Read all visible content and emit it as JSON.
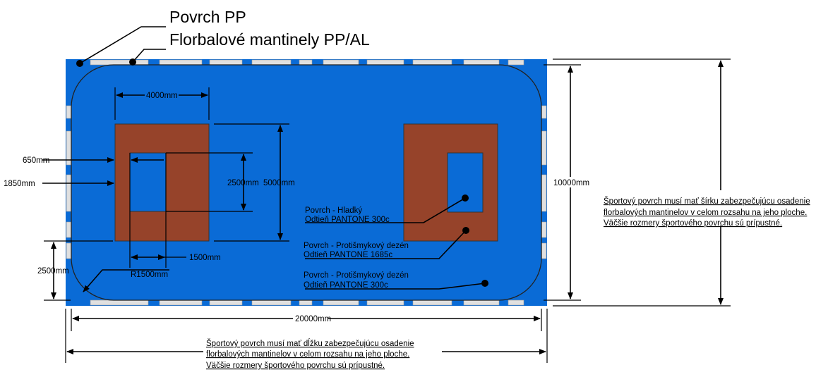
{
  "title_surface": "Povrch PP",
  "title_boards": "Florbalové mantinely PP/AL",
  "dimensions": {
    "goal_area_width": "4000mm",
    "offset_650": "650mm",
    "offset_1850": "1850mm",
    "inner_2500": "2500mm",
    "goal_area_depth": "5000mm",
    "inner_1500": "1500mm",
    "radius": "R1500mm",
    "corner_2500": "2500mm",
    "field_width": "10000mm",
    "field_length": "20000mm"
  },
  "legend": {
    "smooth_line1": "Povrch - Hladký",
    "smooth_line2": "Odtieň PANTONE  300c",
    "antislip_brown_line1": "Povrch - Protišmykový dezén",
    "antislip_brown_line2": "Odtieň PANTONE  1685c",
    "antislip_blue_line1": "Povrch - Protišmykový dezén",
    "antislip_blue_line2": "Odtieň PANTONE  300c"
  },
  "note_width": [
    "Športový povrch musí mať šírku zabezpečujúcu osadenie",
    "florbalových mantinelov v celom rozsahu na jeho ploche.",
    "Väčšie rozmery športového povrchu sú prípustné."
  ],
  "note_length": [
    "Športový povrch musí mať dĺžku zabezpečujúcu osadenie",
    "florbalových mantinelov v celom rozsahu na jeho ploche.",
    "Väčšie rozmery športového povrchu sú prípustné."
  ],
  "colors": {
    "surface_blue": "#0a6bd6",
    "goal_area_brown": "#96432a",
    "board_gray": "#e0e0e0"
  }
}
